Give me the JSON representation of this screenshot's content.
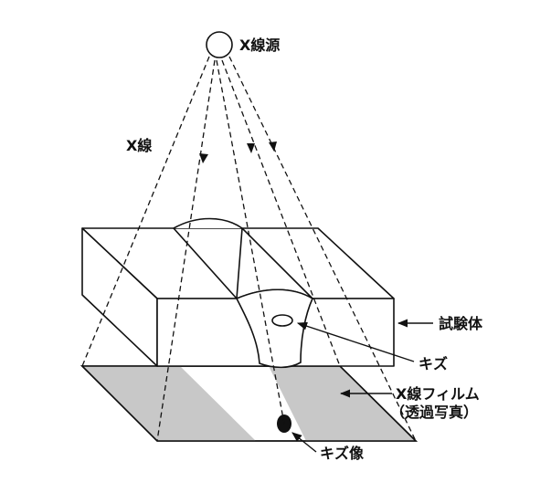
{
  "diagram": {
    "labels": {
      "source": "X線源",
      "rays": "X線",
      "specimen": "試験体",
      "flaw": "キズ",
      "film_line1": "X線フィルム",
      "film_line2": "（透過写真）",
      "flaw_image": "キズ像"
    },
    "colors": {
      "line": "#111111",
      "film_gray": "#c8c8c8",
      "background": "#ffffff"
    }
  }
}
